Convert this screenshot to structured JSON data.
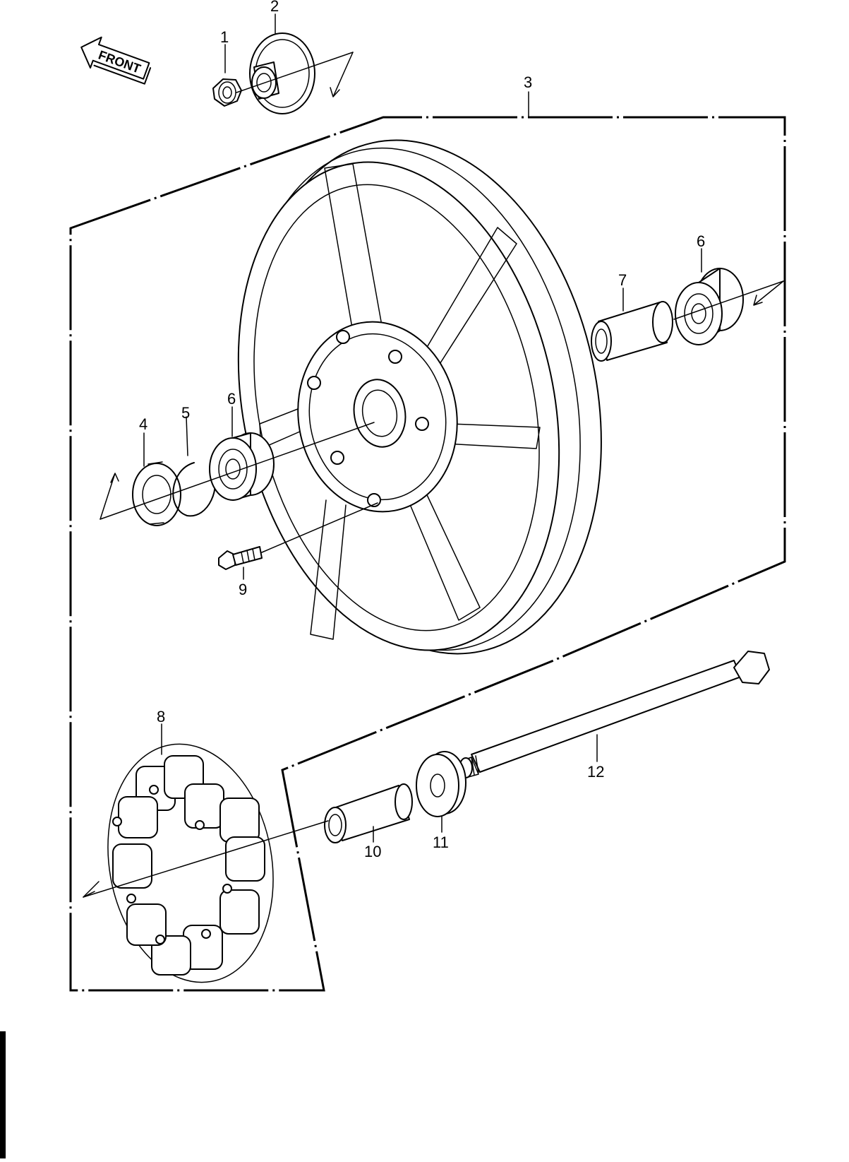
{
  "front_label": "FRONT",
  "callouts": [
    {
      "id": "1",
      "text": "1"
    },
    {
      "id": "2",
      "text": "2"
    },
    {
      "id": "3",
      "text": "3"
    },
    {
      "id": "4",
      "text": "4"
    },
    {
      "id": "5",
      "text": "5"
    },
    {
      "id": "6a",
      "text": "6"
    },
    {
      "id": "6b",
      "text": "6"
    },
    {
      "id": "7",
      "text": "7"
    },
    {
      "id": "8",
      "text": "8"
    },
    {
      "id": "9",
      "text": "9"
    },
    {
      "id": "10",
      "text": "10"
    },
    {
      "id": "11",
      "text": "11"
    },
    {
      "id": "12",
      "text": "12"
    }
  ]
}
